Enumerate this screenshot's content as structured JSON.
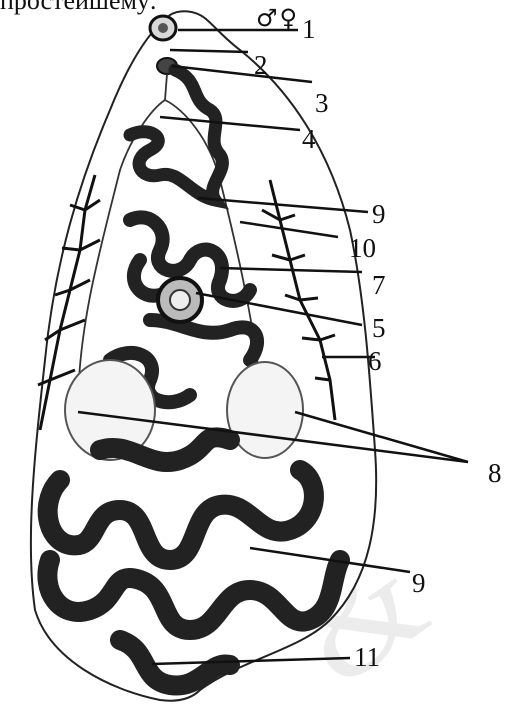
{
  "caption_partial": "простейшему:",
  "sex_symbols": "♂♀",
  "labels": {
    "l1": "1",
    "l2": "2",
    "l3": "3",
    "l4": "4",
    "l5": "5",
    "l6": "6",
    "l7": "7",
    "l8": "8",
    "l9a": "9",
    "l9b": "9",
    "l10": "10",
    "l11": "11"
  },
  "watermark_text": "&",
  "colors": {
    "ink": "#111111",
    "body_outline": "#222222",
    "watermark": "#ececec"
  }
}
